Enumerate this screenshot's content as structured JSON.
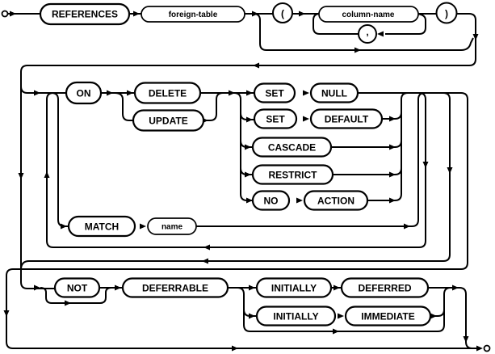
{
  "diagram": {
    "type": "railroad-syntax-diagram",
    "colors": {
      "line": "#000000",
      "background": "#ffffff",
      "text": "#000000"
    },
    "nodes": {
      "references": "REFERENCES",
      "foreign_table": "foreign-table",
      "lparen": "(",
      "column_name": "column-name",
      "comma": ",",
      "rparen": ")",
      "on": "ON",
      "delete": "DELETE",
      "update": "UPDATE",
      "set1": "SET",
      "null": "NULL",
      "set2": "SET",
      "default": "DEFAULT",
      "cascade": "CASCADE",
      "restrict": "RESTRICT",
      "no": "NO",
      "action": "ACTION",
      "match": "MATCH",
      "name": "name",
      "not": "NOT",
      "deferrable": "DEFERRABLE",
      "initially1": "INITIALLY",
      "deferred": "DEFERRED",
      "initially2": "INITIALLY",
      "immediate": "IMMEDIATE"
    }
  }
}
